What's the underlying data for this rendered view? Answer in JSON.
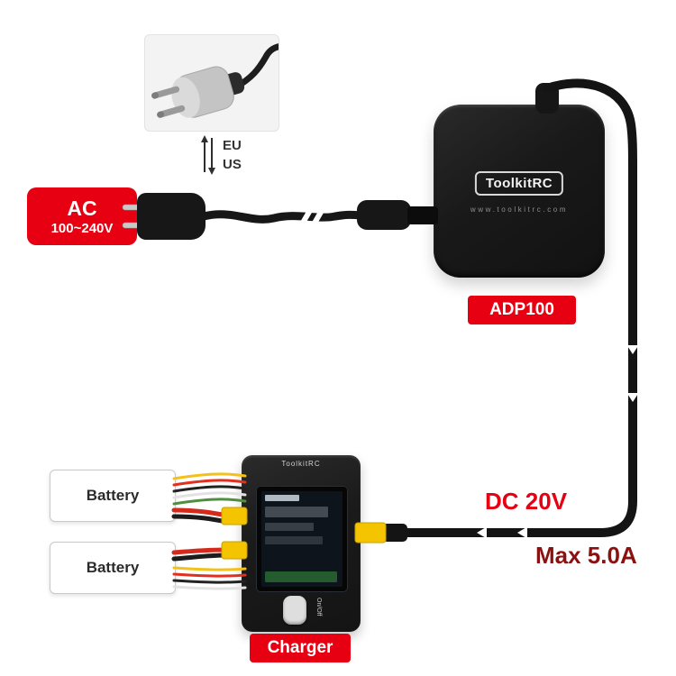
{
  "meta": {
    "description": "ToolkitRC ADP100 power adapter connection diagram"
  },
  "colors": {
    "accent_red": "#e60012",
    "dark_red": "#8b1111",
    "device_black": "#1a1a1a",
    "connector_yellow": "#f5c400"
  },
  "plug_region": {
    "eu_label": "EU",
    "us_label": "US"
  },
  "ac_label": {
    "line1": "AC",
    "line2": "100~240V"
  },
  "adapter": {
    "brand": "ToolkitRC",
    "website": "www.toolkitrc.com",
    "name_tag": "ADP100"
  },
  "output": {
    "voltage": "DC 20V",
    "current": "Max 5.0A"
  },
  "charger": {
    "brand": "ToolkitRC",
    "tag": "Charger",
    "button_label": "On/Off"
  },
  "batteries": [
    {
      "label": "Battery"
    },
    {
      "label": "Battery"
    }
  ]
}
